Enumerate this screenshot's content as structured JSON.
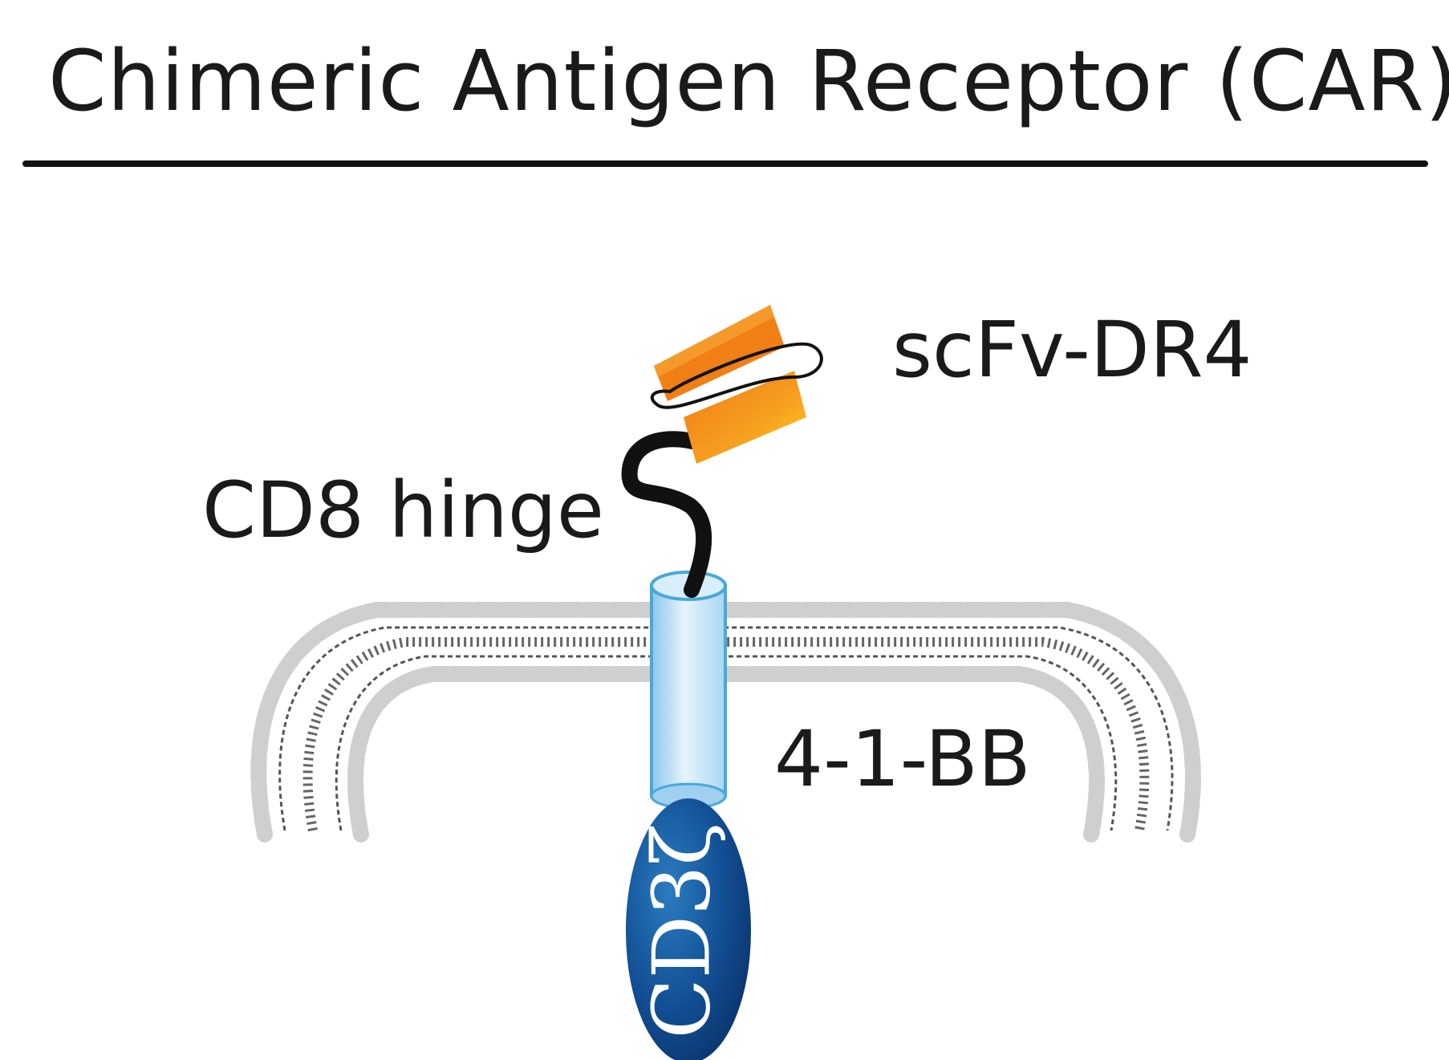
{
  "figure": {
    "title": "Chimeric Antigen Receptor (CAR)",
    "labels": {
      "scfv": "scFv-DR4",
      "hinge": "CD8 hinge",
      "costim": "4-1-BB",
      "signaling": "CD3ζ"
    }
  },
  "colors": {
    "scfv_orange": "#f28c1c",
    "scfv_yellow": "#ffc515",
    "tm_light_blue": "#bfe0f5",
    "tm_mid_blue": "#7fc0e8",
    "tm_outline": "#4aa8d8",
    "cd3z_dark_blue": "#0d3f80",
    "cd3z_mid_blue": "#1a66a8",
    "hinge_black": "#111111",
    "membrane_gray": "#9a9a9a",
    "membrane_zigzag": "#555555"
  }
}
